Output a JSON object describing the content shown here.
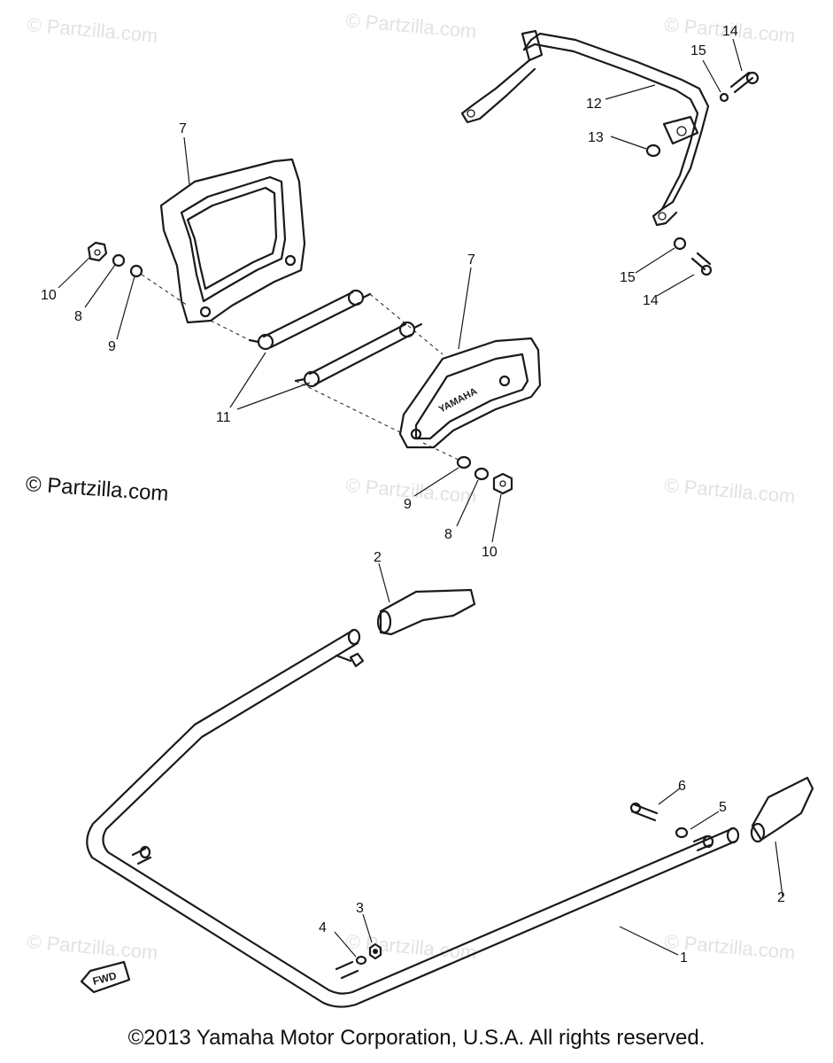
{
  "watermark": {
    "faint_text": "© Partzilla.com",
    "main_text": "© Partzilla.com"
  },
  "copyright": "©2013 Yamaha Motor Corporation, U.S.A. All rights reserved.",
  "fwd_label": "FWD",
  "bracket_brand": "YAMAHA",
  "callouts": {
    "p1": "1",
    "p2a": "2",
    "p2b": "2",
    "p3": "3",
    "p4": "4",
    "p5": "5",
    "p6": "6",
    "p7a": "7",
    "p7b": "7",
    "p8a": "8",
    "p8b": "8",
    "p9a": "9",
    "p9b": "9",
    "p10a": "10",
    "p10b": "10",
    "p11": "11",
    "p12": "12",
    "p13": "13",
    "p14a": "14",
    "p14b": "14",
    "p15a": "15",
    "p15b": "15"
  }
}
